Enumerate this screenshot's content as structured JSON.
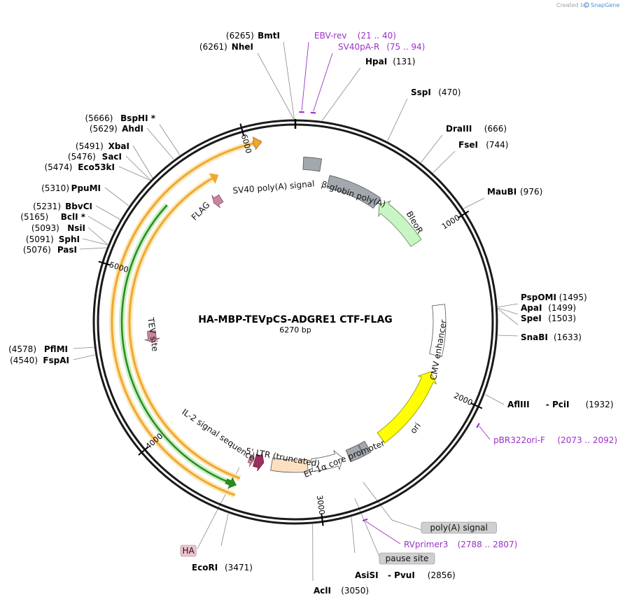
{
  "credit": {
    "prefix": "Created by",
    "brand": "SnapGene"
  },
  "plasmid": {
    "name": "HA-MBP-TEVpCS-ADGRE1 CTF-FLAG",
    "length_label": "6270 bp",
    "length": 6270
  },
  "ticks": [
    "1000",
    "2000",
    "3000",
    "4000",
    "5000",
    "6000"
  ],
  "sites": [
    {
      "name": "BmtI",
      "pos": "(6265)"
    },
    {
      "name": "NheI",
      "pos": "(6261)"
    },
    {
      "name": "HpaI",
      "pos": "(131)"
    },
    {
      "name": "SspI",
      "pos": "(470)"
    },
    {
      "name": "DraIII",
      "pos": "(666)"
    },
    {
      "name": "FseI",
      "pos": "(744)"
    },
    {
      "name": "MauBI",
      "pos": "(976)"
    },
    {
      "name": "PspOMI",
      "pos": "(1495)"
    },
    {
      "name": "ApaI",
      "pos": "(1499)"
    },
    {
      "name": "SpeI",
      "pos": "(1503)"
    },
    {
      "name": "SnaBI",
      "pos": "(1633)"
    },
    {
      "name": "AflIII",
      "pos": "(1932)",
      "partner": "- PciI"
    },
    {
      "name": "AsiSI",
      "pos": "(2856)",
      "partner": "- PvuI"
    },
    {
      "name": "AclI",
      "pos": "(3050)"
    },
    {
      "name": "EcoRI",
      "pos": "(3471)"
    },
    {
      "name": "FspAI",
      "pos": "(4540)"
    },
    {
      "name": "PflMI",
      "pos": "(4578)"
    },
    {
      "name": "PasI",
      "pos": "(5076)"
    },
    {
      "name": "SphI",
      "pos": "(5091)"
    },
    {
      "name": "NsiI",
      "pos": "(5093)"
    },
    {
      "name": "BclI *",
      "pos": "(5165)"
    },
    {
      "name": "BbvCI",
      "pos": "(5231)"
    },
    {
      "name": "PpuMI",
      "pos": "(5310)"
    },
    {
      "name": "Eco53kI",
      "pos": "(5474)"
    },
    {
      "name": "SacI",
      "pos": "(5476)"
    },
    {
      "name": "XbaI",
      "pos": "(5491)"
    },
    {
      "name": "AhdI",
      "pos": "(5629)"
    },
    {
      "name": "BspHI *",
      "pos": "(5666)"
    }
  ],
  "primers": [
    {
      "name": "EBV-rev",
      "range": "(21 .. 40)"
    },
    {
      "name": "SV40pA-R",
      "range": "(75 .. 94)"
    },
    {
      "name": "pBR322ori-F",
      "range": "(2073 .. 2092)"
    },
    {
      "name": "RVprimer3",
      "range": "(2788 .. 2807)"
    }
  ],
  "features": {
    "sv40_polya": "SV40 poly(A) signal",
    "beta_globin": "β-globin poly(A)",
    "bleor": "BleoR",
    "cmv_enhancer": "CMV enhancer",
    "ori": "ori",
    "ef1a": "EF-1α core promoter",
    "ltr": "5' LTR (truncated)",
    "il2": "IL-2 signal sequence",
    "tev": "TEV site",
    "flag": "FLAG",
    "ha": "HA",
    "polya_signal": "poly(A) signal",
    "pause_site": "pause site"
  },
  "colors": {
    "backbone": "#1a1a1a",
    "primer": "#9b30c8",
    "polya_box": "#a3a8ae",
    "bleor": "#c9f5c4",
    "ori": "#ffff00",
    "ltr": "#fde0c2",
    "orange_orf": "#f0a830",
    "green_orf": "#2a8a20",
    "tag_pink": "#c7859f",
    "il2": "#9a2f5e",
    "pill_grey": "#cfcfcf",
    "pill_pink": "#f2c2cf"
  }
}
